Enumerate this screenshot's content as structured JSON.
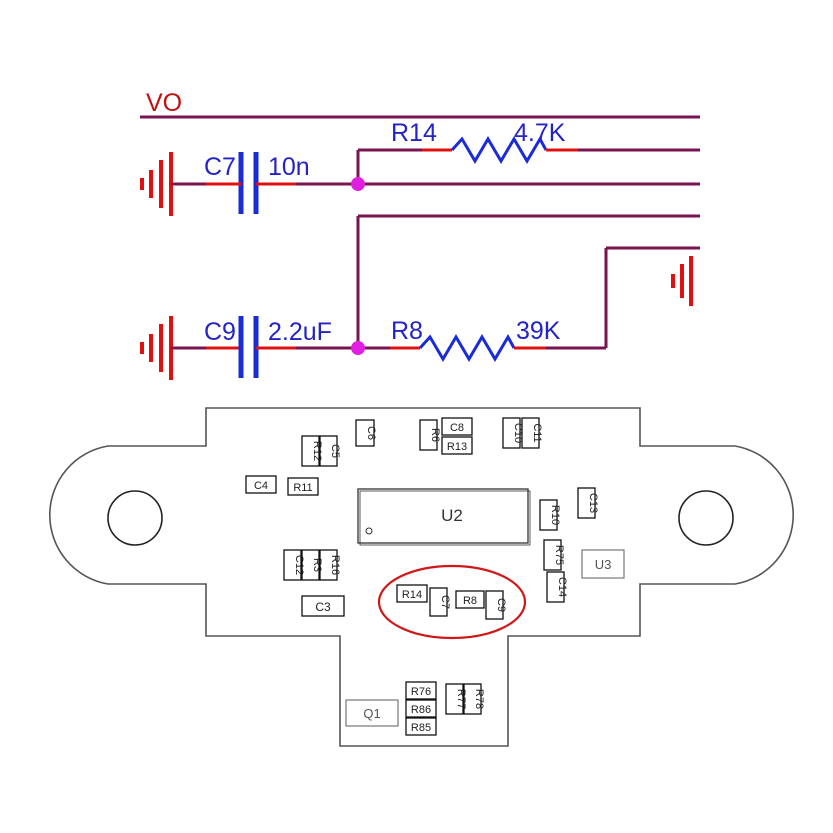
{
  "colors": {
    "wire": "#7a1450",
    "ground": "#e01010",
    "lead": "#e01010",
    "component": "#1a2bd8",
    "junction": "#e020e0",
    "label": "#2323c8",
    "highlight": "#d01818",
    "board_outline": "#555555",
    "part_outline": "#111111"
  },
  "schematic": {
    "net_vo": "VO",
    "c7": {
      "ref": "C7",
      "value": "10n"
    },
    "c9": {
      "ref": "C9",
      "value": "2.2uF"
    },
    "r14": {
      "ref": "R14",
      "value": "4.7K"
    },
    "r8": {
      "ref": "R8",
      "value": "39K"
    },
    "ground_icon": "ground-icon"
  },
  "pcb": {
    "parts": {
      "c6": "C6",
      "r6": "R6",
      "c8": "C8",
      "r13": "R13",
      "c10": "C10",
      "c11": "C11",
      "r12": "R12",
      "c5": "C5",
      "c4": "C4",
      "r11": "R11",
      "u2": "U2",
      "r10": "R10",
      "c13": "C13",
      "c12": "C12",
      "r3": "R3",
      "r16": "R16",
      "r75": "R75",
      "c14": "C14",
      "u3": "U3",
      "c3": "C3",
      "r14": "R14",
      "c7": "C7",
      "r8": "R8",
      "c9": "C9",
      "q1": "Q1",
      "r76": "R76",
      "r86": "R86",
      "r85": "R85",
      "r77": "R77",
      "r78": "R78"
    },
    "highlight": "highlight-ellipse"
  }
}
